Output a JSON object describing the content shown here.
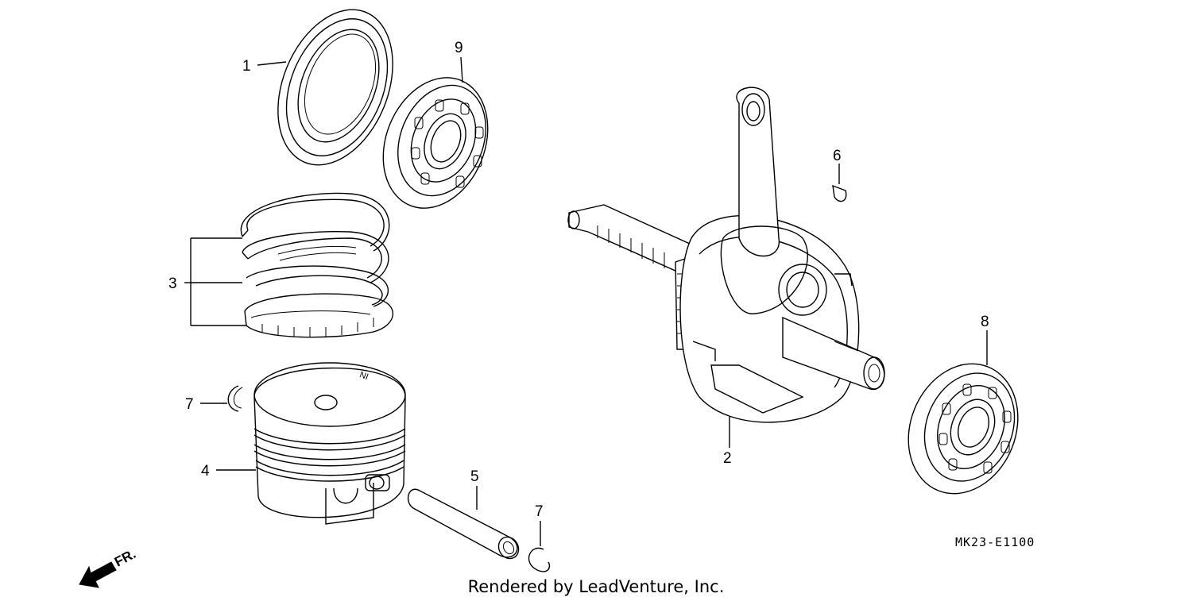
{
  "callouts": {
    "oil_seal": "1",
    "crankshaft": "2",
    "piston_rings": "3",
    "piston": "4",
    "piston_pin": "5",
    "woodruff_key": "6",
    "clip_left": "7",
    "clip_bottom": "7",
    "bearing_right": "8",
    "bearing_top": "9"
  },
  "diagram_code": "MK23-E1100",
  "direction_label": "FR.",
  "credit": "Rendered by LeadVenture, Inc."
}
